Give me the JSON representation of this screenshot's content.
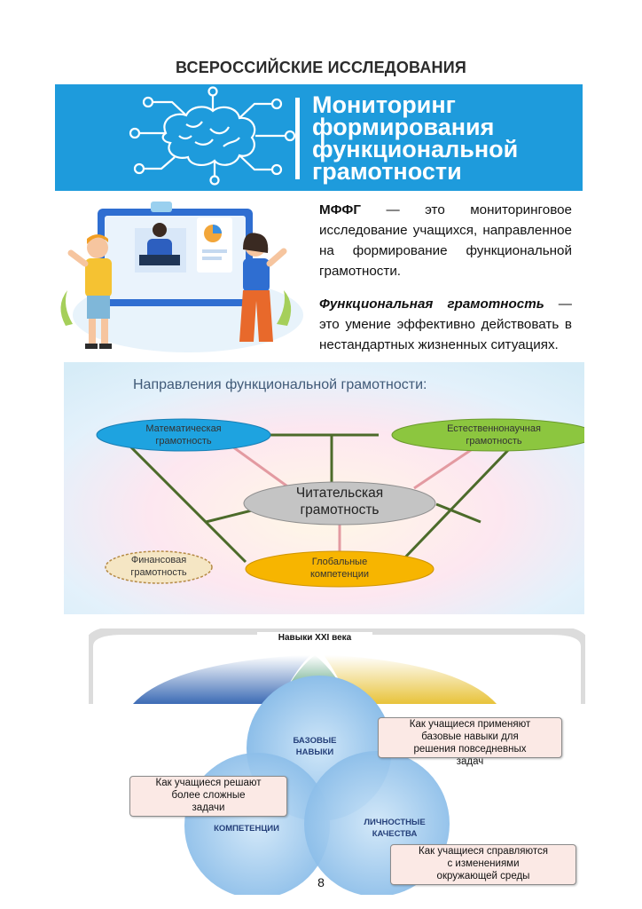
{
  "heading": "ВСЕРОССИЙСКИЕ ИССЛЕДОВАНИЯ",
  "banner": {
    "title_lines": [
      "Мониторинг",
      "формирования",
      "функциональной",
      "грамотности"
    ],
    "color": "#1e9bdc"
  },
  "intro": {
    "p1_term": "МФФГ",
    "p1_text": " — это мониторинговое исследование учащихся, направленное на формирование функциональной грамотности.",
    "p2_term": "Функциональная грамотность",
    "p2_text": " — это умение эффективно действовать в нестандартных жизненных ситуациях."
  },
  "directions": {
    "title": "Направления функциональной грамотности:",
    "math": [
      "Математическая",
      "грамотность"
    ],
    "science": [
      "Естественнонаучная",
      "грамотность"
    ],
    "reading": [
      "Читательская",
      "грамотность"
    ],
    "financial": [
      "Финансовая",
      "грамотность"
    ],
    "global": [
      "Глобальные",
      "компетенции"
    ],
    "colors": {
      "math": "#1ea3e0",
      "science": "#8cc63f",
      "reading": "#c4c4c4",
      "financial": "#f5e6c4",
      "global": "#f7b500",
      "connector": "#4c6b2a",
      "pink_connector": "#e39aa1"
    }
  },
  "skills": {
    "header": "Навыки XXI века",
    "basic": [
      "БАЗОВЫЕ",
      "НАВЫКИ"
    ],
    "competences": "КОМПЕТЕНЦИИ",
    "personal": [
      "ЛИЧНОСТНЫЕ",
      "КАЧЕСТВА"
    ],
    "callout_basic": [
      "Как учащиеся применяют",
      "базовые навыки для",
      "решения повседневных",
      "задач"
    ],
    "callout_comp": [
      "Как учащиеся решают",
      "более сложные",
      "задачи"
    ],
    "callout_personal": [
      "Как учащиеся справляются",
      "с изменениями",
      "окружающей среды"
    ]
  },
  "page_number": "8"
}
